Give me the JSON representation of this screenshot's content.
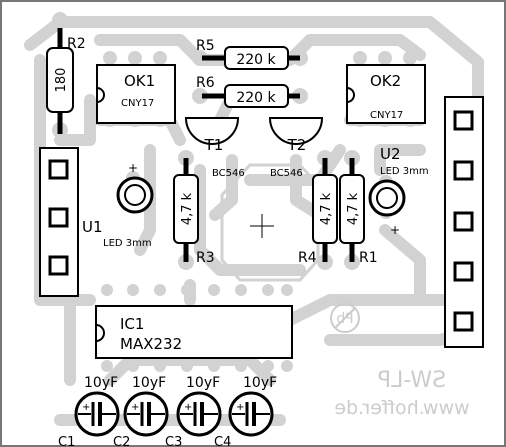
{
  "components": {
    "r2": {
      "ref": "R2",
      "value": "180"
    },
    "r5": {
      "ref": "R5",
      "value": "220 k"
    },
    "r6": {
      "ref": "R6",
      "value": "220 k"
    },
    "ok1": {
      "ref": "OK1",
      "part": "CNY17"
    },
    "ok2": {
      "ref": "OK2",
      "part": "CNY17"
    },
    "t1": {
      "ref": "T1",
      "part": "BC546"
    },
    "t2": {
      "ref": "T2",
      "part": "BC546"
    },
    "u1": {
      "ref": "U1",
      "part": "LED 3mm",
      "polarity": "+"
    },
    "u2": {
      "ref": "U2",
      "part": "LED 3mm",
      "polarity": "+"
    },
    "r3": {
      "ref": "R3",
      "value": "4,7 k"
    },
    "r4": {
      "ref": "R4",
      "value": "4,7 k"
    },
    "r1": {
      "ref": "R1",
      "value": "4,7 k"
    },
    "ic1": {
      "ref": "IC1",
      "part": "MAX232"
    },
    "caps": [
      {
        "ref": "C1",
        "value": "10yF"
      },
      {
        "ref": "C2",
        "value": "10yF"
      },
      {
        "ref": "C3",
        "value": "10yF"
      },
      {
        "ref": "C4",
        "value": "10yF"
      }
    ]
  },
  "mirrored_text": {
    "title": "SW-LP",
    "url": "www.hoffer.de",
    "logo": "Pb"
  },
  "colors": {
    "copper": "#d2d2d2",
    "silkscreen": "#000000",
    "background": "#ffffff",
    "frame": "#777777",
    "mirrored_text": "#cccccc"
  }
}
